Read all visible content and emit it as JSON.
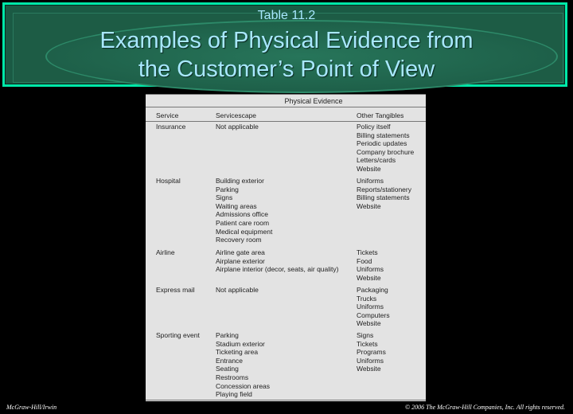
{
  "header": {
    "table_number": "Table 11.2",
    "title_line1": "Examples of Physical Evidence from",
    "title_line2": "the Customer’s Point of View"
  },
  "table": {
    "group_header": "Physical Evidence",
    "columns": [
      "Service",
      "Servicescape",
      "Other Tangibles"
    ],
    "rows": [
      {
        "service": "Insurance",
        "servicescape": [
          "Not applicable"
        ],
        "tangibles": [
          "Policy itself",
          "Billing statements",
          "Periodic updates",
          "Company brochure",
          "Letters/cards",
          "Website"
        ]
      },
      {
        "service": "Hospital",
        "servicescape": [
          "Building exterior",
          "Parking",
          "Signs",
          "Waiting areas",
          "Admissions office",
          "Patient care room",
          "Medical equipment",
          "Recovery room"
        ],
        "tangibles": [
          "Uniforms",
          "Reports/stationery",
          "Billing statements",
          "Website"
        ]
      },
      {
        "service": "Airline",
        "servicescape": [
          "Airline gate area",
          "Airplane exterior",
          "Airplane interior (decor, seats, air quality)"
        ],
        "tangibles": [
          "Tickets",
          "Food",
          "Uniforms",
          "Website"
        ]
      },
      {
        "service": "Express mail",
        "servicescape": [
          "Not applicable"
        ],
        "tangibles": [
          "Packaging",
          "Trucks",
          "Uniforms",
          "Computers",
          "Website"
        ]
      },
      {
        "service": "Sporting event",
        "servicescape": [
          "Parking",
          "Stadium exterior",
          "Ticketing area",
          "Entrance",
          "Seating",
          "Restrooms",
          "Concession areas",
          "Playing field"
        ],
        "tangibles": [
          "Signs",
          "Tickets",
          "Programs",
          "Uniforms",
          "Website"
        ]
      }
    ]
  },
  "footer": {
    "left": "McGraw-Hill/Irwin",
    "right": "© 2006 The McGraw-Hill Companies, Inc. All rights reserved."
  }
}
